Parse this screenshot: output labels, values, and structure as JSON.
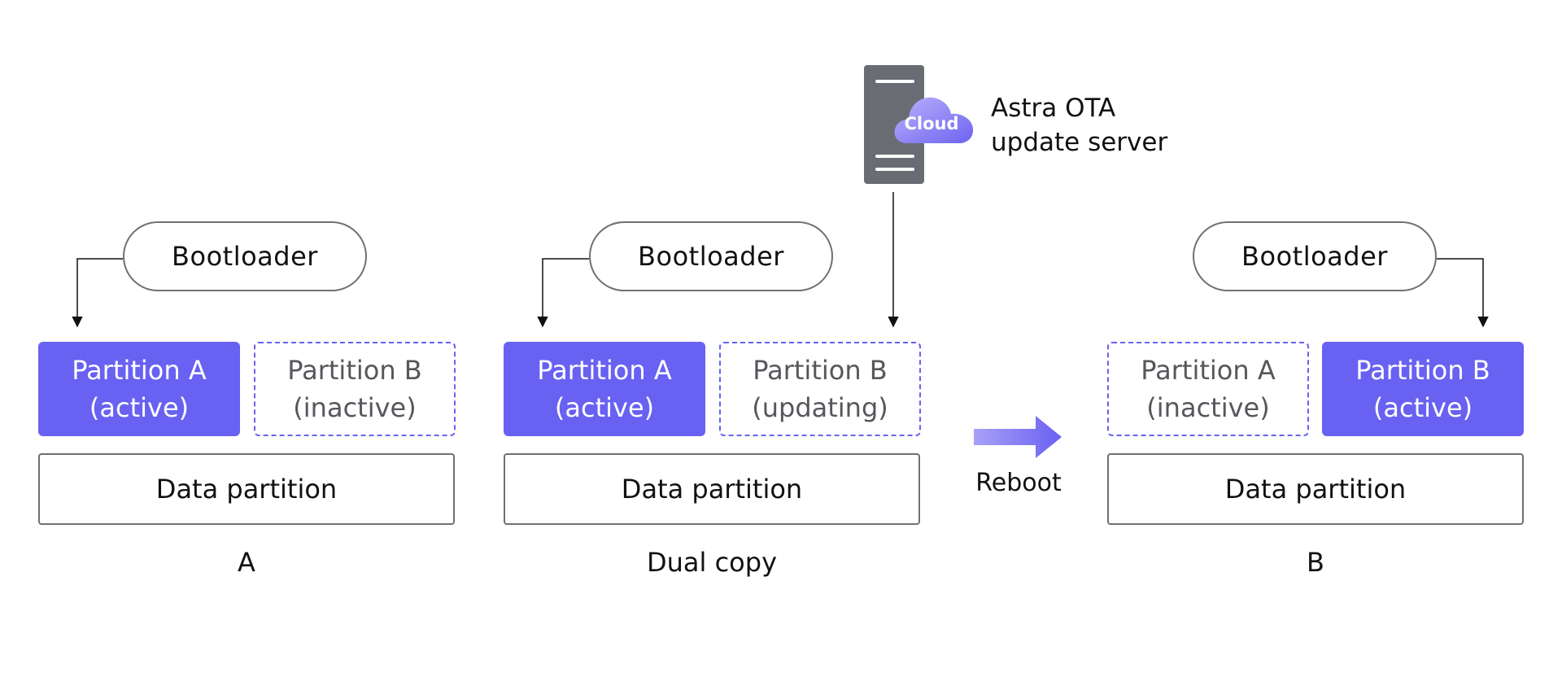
{
  "panels": [
    {
      "bootloader": "Bootloader",
      "partition_a": {
        "name": "Partition A",
        "state": "(active)"
      },
      "partition_b": {
        "name": "Partition B",
        "state": "(inactive)"
      },
      "data": "Data partition",
      "caption": "A"
    },
    {
      "bootloader": "Bootloader",
      "partition_a": {
        "name": "Partition A",
        "state": "(active)"
      },
      "partition_b": {
        "name": "Partition B",
        "state": "(updating)"
      },
      "data": "Data partition",
      "caption": "Dual copy"
    },
    {
      "bootloader": "Bootloader",
      "partition_a": {
        "name": "Partition A",
        "state": "(inactive)"
      },
      "partition_b": {
        "name": "Partition B",
        "state": "(active)"
      },
      "data": "Data partition",
      "caption": "B"
    }
  ],
  "server": {
    "cloud_label": "Cloud",
    "label_line1": "Astra OTA",
    "label_line2": "update server"
  },
  "transition": {
    "label": "Reboot"
  },
  "colors": {
    "active": "#6861f2",
    "inactive_border": "#6861f2",
    "outline": "#6e7077",
    "server": "#696c73",
    "arrow": "#7a72f4"
  },
  "icons": [
    "server-icon",
    "cloud-icon",
    "arrow-right-icon"
  ]
}
